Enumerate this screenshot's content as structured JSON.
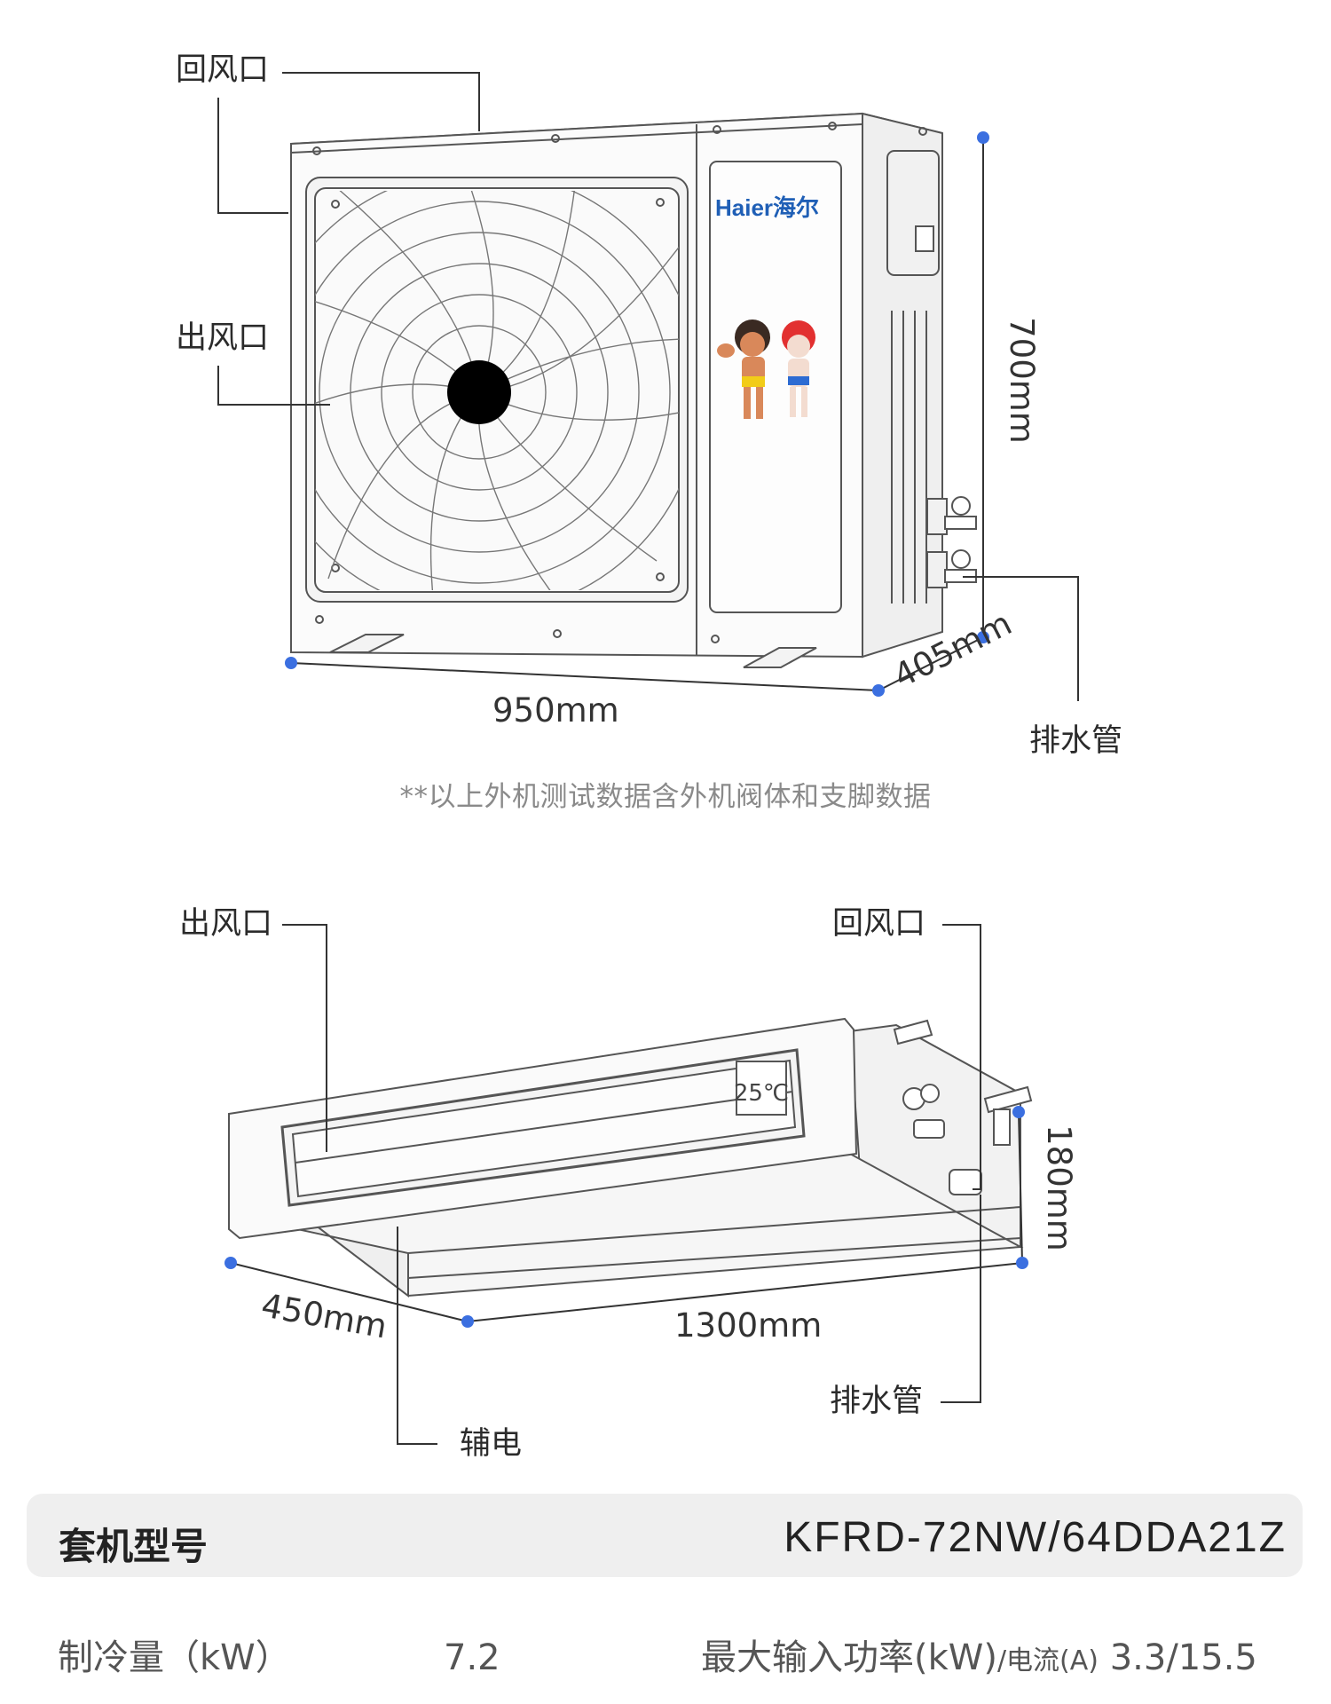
{
  "outdoor": {
    "labels": {
      "return_air": "回风口",
      "outlet": "出风口",
      "drain": "排水管"
    },
    "dims": {
      "width": "950mm",
      "height": "700mm",
      "depth": "405mm"
    },
    "brand": "Haier海尔",
    "note": "**以上外机测试数据含外机阀体和支脚数据"
  },
  "indoor": {
    "labels": {
      "outlet": "出风口",
      "return_air": "回风口",
      "drain": "排水管",
      "aux_heat": "辅电"
    },
    "dims": {
      "depth": "450mm",
      "width": "1300mm",
      "height": "180mm"
    },
    "display_temp": "25℃"
  },
  "model": {
    "label": "套机型号",
    "value": "KFRD-72NW/64DDA21Z"
  },
  "specs": {
    "cooling_label": "制冷量（kW）",
    "cooling_value": "7.2",
    "power_label": "最大输入功率(kW)",
    "current_label": "/电流(A)",
    "power_value": "3.3/15.5"
  },
  "colors": {
    "dimension_dot": "#3b6fe0",
    "line": "#333333",
    "fan_hub": "#000000"
  }
}
